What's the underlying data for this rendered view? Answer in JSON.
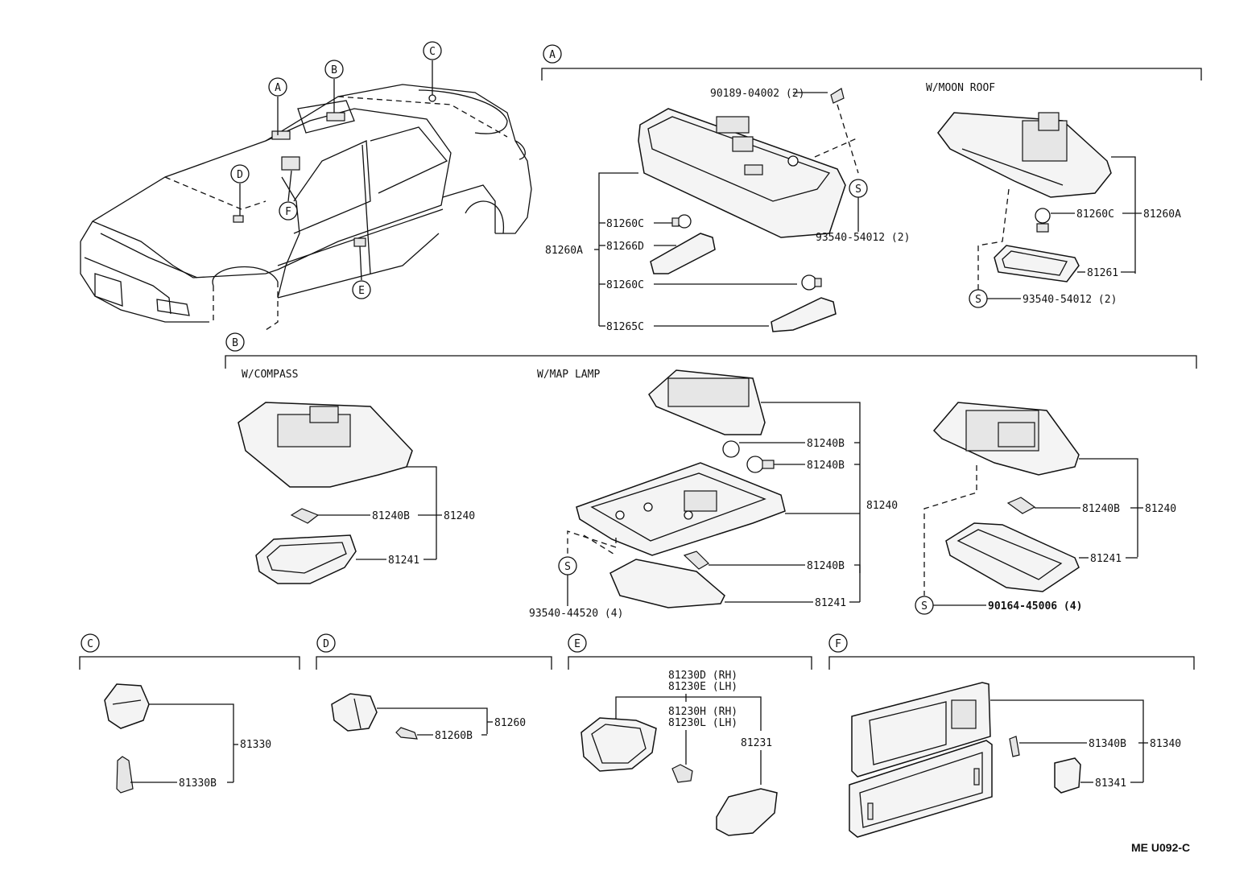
{
  "diagram": {
    "section_markers": {
      "a": "A",
      "b": "B",
      "c": "C",
      "d": "D",
      "e": "E",
      "f": "F"
    },
    "screw_symbol": "S",
    "variants": {
      "moon_roof": "W/MOON ROOF",
      "compass": "W/COMPASS",
      "map_lamp": "W/MAP LAMP"
    },
    "section_a": {
      "bolt": "90189-04002 (2)",
      "screw": "93540-54012 (2)",
      "assembly": "81260A",
      "bulb_1": "81260C",
      "lens_1": "81266D",
      "bulb_2": "81260C",
      "lens_2": "81265C",
      "moon_roof_bulb": "81260C",
      "moon_roof_assembly": "81260A",
      "moon_roof_lens": "81261",
      "moon_roof_screw": "93540-54012 (2)"
    },
    "section_b": {
      "compass_bulb": "81240B",
      "compass_assembly": "81240",
      "compass_lens": "81241",
      "map_bulb_1": "81240B",
      "map_bulb_2": "81240B",
      "map_bulb_3": "81240B",
      "map_assembly": "81240",
      "map_lens": "81241",
      "map_screw": "93540-44520 (4)",
      "std_bulb": "81240B",
      "std_assembly": "81240",
      "std_lens": "81241",
      "std_screw": "90164-45006 (4)"
    },
    "section_c": {
      "assembly": "81330",
      "bulb": "81330B"
    },
    "section_d": {
      "assembly": "81260",
      "bulb": "81260B"
    },
    "section_e": {
      "part_rh_1": "81230D (RH)",
      "part_lh_1": "81230E (LH)",
      "part_rh_2": "81230H (RH)",
      "part_lh_2": "81230L (LH)",
      "lens": "81231"
    },
    "section_f": {
      "bulb": "81340B",
      "assembly": "81340",
      "lens": "81341"
    },
    "code": "ME U092-C"
  }
}
